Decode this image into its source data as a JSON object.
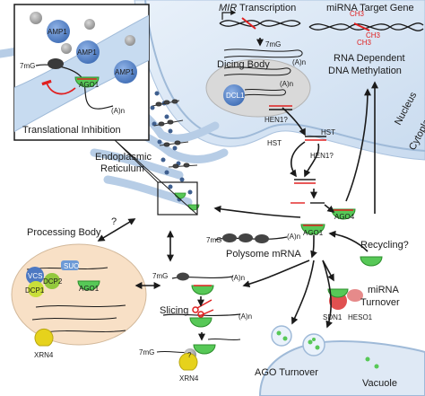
{
  "labels": {
    "mir_transcription_prefix": "MIR",
    "mir_transcription_suffix": " Transcription",
    "mirna_target_gene": "miRNA Target Gene",
    "rna_dependent_line1": "RNA Dependent",
    "rna_dependent_line2": "DNA Methylation",
    "dicing_body": "Dicing Body",
    "dcl1": "DCL1",
    "hen1_q_top": "HEN1?",
    "hst_left": "HST",
    "hst_right": "HST",
    "hen1_q_bottom": "HEN1?",
    "nucleus": "Nucleus",
    "cytoplasm": "Cytoplasm",
    "amp1_a": "AMP1",
    "amp1_b": "AMP1",
    "amp1_c": "AMP1",
    "ago1_inset": "AGO1",
    "seven_mg_inset": "7mG",
    "an_inset": "(A)n",
    "translational_inhibition": "Translational Inhibition",
    "endoplasmic_line1": "Endoplasmic",
    "endoplasmic_line2": "Reticulum",
    "question_left": "?",
    "processing_body": "Processing Body",
    "vcs": "VCS",
    "suo": "SUO",
    "dcp2": "DCP2",
    "dcp1": "DCP1",
    "ago1_pbody": "AGO1",
    "xrn4_pbody": "XRN4",
    "ago1_center": "AGO1",
    "ago4": "AGO4",
    "polysome_7mg": "7mG",
    "polysome_an": "(A)n",
    "polysome_mrna": "Polysome mRNA",
    "recycling": "Recycling?",
    "slicing_7mg": "7mG",
    "slicing_an": "(A)n",
    "slicing": "Slicing",
    "sliced_an": "(A)n",
    "sliced_7mg": "7mG",
    "question_small": "?",
    "xrn4_lower": "XRN4",
    "mirna_turnover_line1": "miRNA",
    "mirna_turnover_line2": "Turnover",
    "sdn1": "SDN1",
    "heso1": "HESO1",
    "ago_turnover": "AGO Turnover",
    "vacuole": "Vacuole",
    "ch3_a": "CH3",
    "ch3_b": "CH3",
    "ch3_c": "CH3",
    "seven_mg_hairpin": "7mG",
    "an_hairpin": "(A)n",
    "an_hairpin2": "(A)n"
  },
  "colors": {
    "nucleus_bg": "#dfe9f5",
    "er_fill": "#cfe0f2",
    "er_edge": "#9fbad8",
    "amp1_blue": "#4f7fc4",
    "ago_green": "#57c857",
    "ago_green_dark": "#2c8f2c",
    "pbody_bg": "#f8e0c6",
    "vcs_blue": "#4d78c2",
    "suo_blue": "#6d9ad6",
    "dcp_green": "#93c83d",
    "xrn4_yellow": "#e6d21c",
    "sdn1_red": "#e05050",
    "mirna_red": "#e02020",
    "arrow": "#1a1a1a"
  }
}
